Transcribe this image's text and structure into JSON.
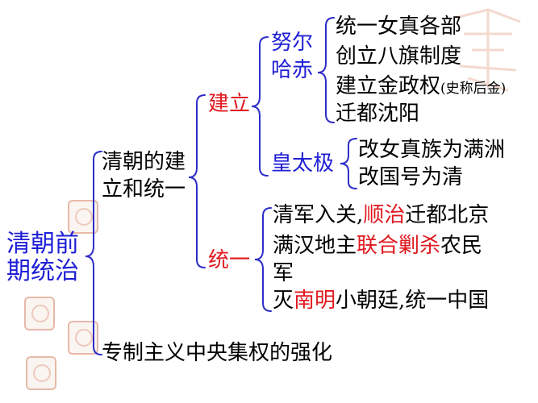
{
  "root": {
    "line1": "清朝前",
    "line2": "期统治"
  },
  "branch1": {
    "line1": "清朝的建",
    "line2": "立和统一"
  },
  "branch2": {
    "label": "专制主义中央集权的强化"
  },
  "establish": {
    "label": "建立",
    "nurhaci": {
      "line1": "努尔",
      "line2": "哈赤",
      "items": [
        "统一女真各部",
        "创立八旗制度",
        "建立金政权",
        "迁都沈阳"
      ],
      "note": "(史称后金)"
    },
    "huangtaiji": {
      "label": "皇太极",
      "items": [
        "改女真族为满洲",
        "改国号为清"
      ]
    }
  },
  "unify": {
    "label": "统一",
    "item1": {
      "pre": "清军入关,",
      "red": "顺治",
      "post": "迁都北京"
    },
    "item2": {
      "pre": "满汉地主",
      "red": "联合剿杀",
      "post": "农民",
      "cont": "军"
    },
    "item3": {
      "pre": "灭",
      "red": "南明",
      "post": "小朝廷,统一中国"
    }
  },
  "colors": {
    "brace": "#2d2dc8",
    "label_blue": "#1f1fd6",
    "highlight_red": "#e0191f",
    "stamp": "#e7b9a8"
  }
}
